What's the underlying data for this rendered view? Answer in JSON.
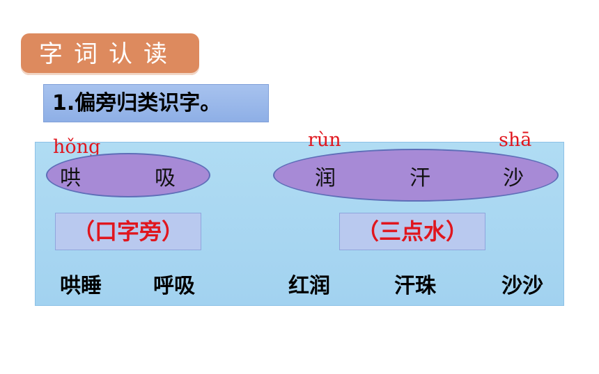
{
  "title": "字词认读",
  "section": {
    "label": "1.偏旁归类识字。"
  },
  "pinyin": {
    "hong": "hǒng",
    "run": "rùn",
    "sha": "shā"
  },
  "group1": {
    "chars": [
      "哄",
      "吸"
    ],
    "radical": "（口字旁）"
  },
  "group2": {
    "chars": [
      "润",
      "汗",
      "沙"
    ],
    "radical": "（三点水）"
  },
  "words": [
    "哄睡",
    "呼吸",
    "红润",
    "汗珠",
    "沙沙"
  ],
  "colors": {
    "tab": "#dd8a5e",
    "pinyin": "#e0161e",
    "oval": "#a78ad6",
    "panel": "#a2d2f0",
    "radical_box": "#b9c9ef"
  }
}
